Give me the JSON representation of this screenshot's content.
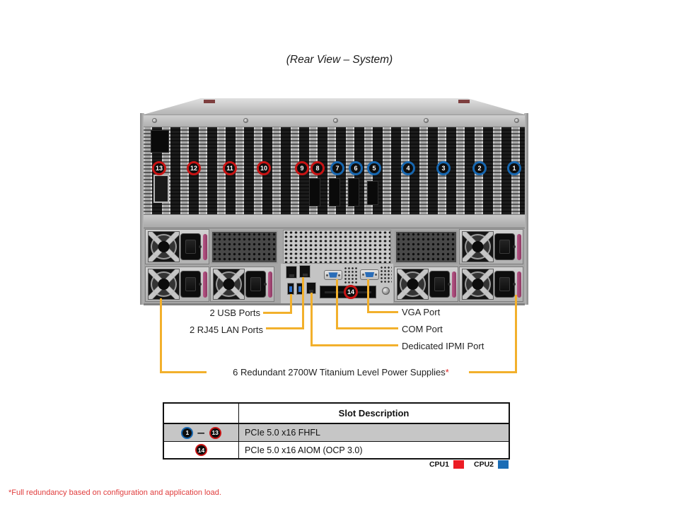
{
  "title": "(Rear View – System)",
  "callouts": {
    "usb": "2 USB Ports",
    "lan": "2 RJ45 LAN Ports",
    "vga": "VGA Port",
    "com": "COM Port",
    "ipmi": "Dedicated IPMI Port",
    "psu": "6 Redundant 2700W Titanium Level Power Supplies",
    "psu_asterisk": "*"
  },
  "slot_badges": [
    {
      "num": "13",
      "cpu": "CPU1"
    },
    {
      "num": "12",
      "cpu": "CPU1"
    },
    {
      "num": "11",
      "cpu": "CPU1"
    },
    {
      "num": "10",
      "cpu": "CPU1"
    },
    {
      "num": "9",
      "cpu": "CPU1"
    },
    {
      "num": "8",
      "cpu": "CPU1"
    },
    {
      "num": "7",
      "cpu": "CPU2"
    },
    {
      "num": "6",
      "cpu": "CPU2"
    },
    {
      "num": "5",
      "cpu": "CPU2"
    },
    {
      "num": "4",
      "cpu": "CPU2"
    },
    {
      "num": "3",
      "cpu": "CPU2"
    },
    {
      "num": "2",
      "cpu": "CPU2"
    },
    {
      "num": "1",
      "cpu": "CPU2"
    },
    {
      "num": "14",
      "cpu": "CPU1"
    }
  ],
  "table": {
    "header": "Slot Description",
    "rows": [
      {
        "badge_from": "1",
        "badge_from_cpu": "CPU2",
        "dash": "–",
        "badge_to": "13",
        "badge_to_cpu": "CPU1",
        "desc": "PCIe 5.0 x16 FHFL"
      },
      {
        "badge": "14",
        "badge_cpu": "CPU1",
        "desc": "PCIe 5.0 x16 AIOM (OCP 3.0)"
      }
    ]
  },
  "legend": {
    "cpu1_label": "CPU1",
    "cpu2_label": "CPU2",
    "cpu1_color": "#ec1c24",
    "cpu2_color": "#1b6cb5"
  },
  "footer": "*Full redundancy based on configuration and application load.",
  "colors": {
    "callout_line": "#f2b02c",
    "cpu1_ring": "#c81414",
    "cpu2_ring": "#1767b0"
  }
}
